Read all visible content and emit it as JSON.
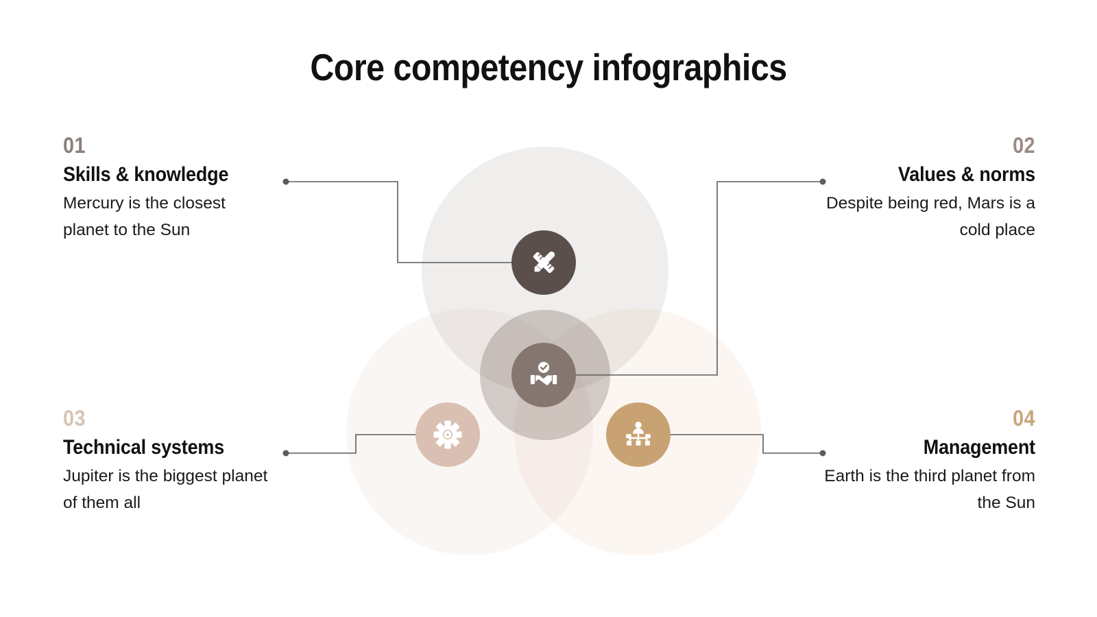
{
  "title": "Core competency infographics",
  "theme": {
    "background": "#ffffff",
    "title_color": "#111111",
    "body_color": "#1a1a1a",
    "connector_color": "#5c5c5c",
    "venn_top_fill": "#ebeaea",
    "venn_bottom_left_fill": "#f7f1ed",
    "venn_bottom_right_fill": "#f9f1e9",
    "venn_center_fill": "#b3a7a1"
  },
  "items": [
    {
      "number": "01",
      "number_color": "#8a7f7d",
      "heading": "Skills & knowledge",
      "description": "Mercury is the closest planet to the Sun",
      "icon": "ruler-pencil-icon",
      "icon_badge_color": "#5b4f4c",
      "side": "left"
    },
    {
      "number": "02",
      "number_color": "#9c8a85",
      "heading": "Values & norms",
      "description": "Despite being red, Mars is a cold place",
      "icon": "handshake-check-icon",
      "icon_badge_color": "#85766f",
      "side": "right"
    },
    {
      "number": "03",
      "number_color": "#d6c4b4",
      "heading": "Technical systems",
      "description": "Jupiter is the biggest planet of them all",
      "icon": "gear-icon",
      "icon_badge_color": "#d9c0b3",
      "side": "left"
    },
    {
      "number": "04",
      "number_color": "#c8a57d",
      "heading": "Management",
      "description": "Earth is the third planet from the Sun",
      "icon": "org-chart-icon",
      "icon_badge_color": "#c9a274",
      "side": "right"
    }
  ]
}
